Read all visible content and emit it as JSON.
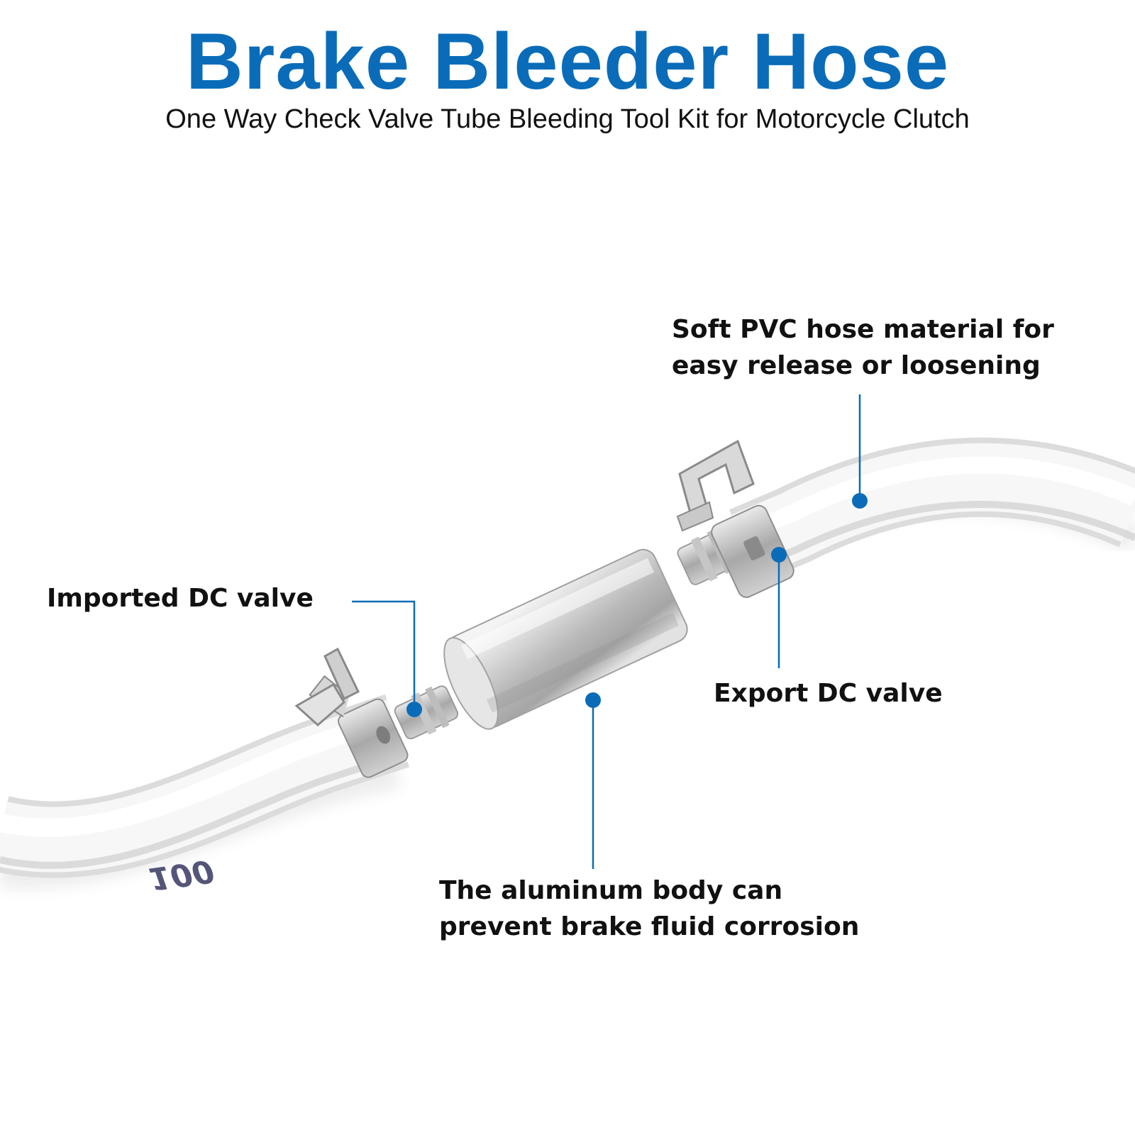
{
  "header": {
    "title": "Brake Bleeder Hose",
    "subtitle": "One Way Check Valve Tube Bleeding Tool Kit for Motorcycle Clutch"
  },
  "callouts": {
    "hose_material": [
      "Soft PVC hose material for",
      "easy release or loosening"
    ],
    "imported_valve": "Imported DC valve",
    "export_valve": "Export DC valve",
    "aluminum_body": [
      "The aluminum body can",
      "prevent brake fluid corrosion"
    ]
  },
  "hose_print": "100",
  "colors": {
    "accent": "#0a6cb8",
    "text": "#111111",
    "background": "#ffffff"
  }
}
